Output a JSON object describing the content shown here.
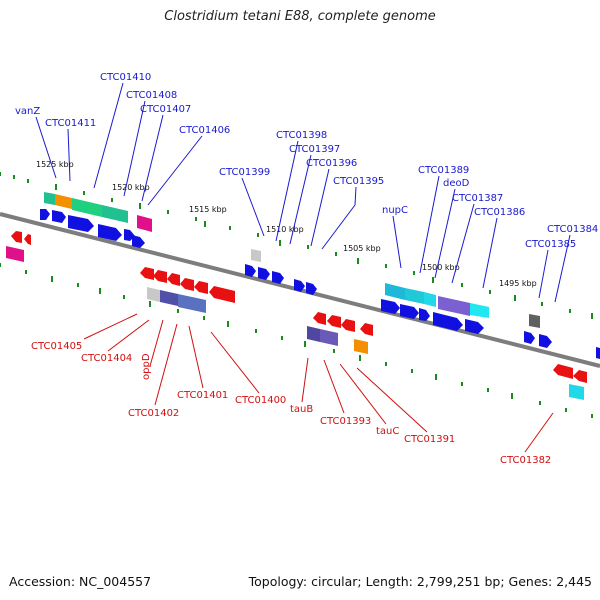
{
  "title": "Clostridium tetani E88, complete genome",
  "footer": {
    "accession": "Accession: NC_004557",
    "summary": "Topology: circular; Length: 2,799,251 bp; Genes: 2,445"
  },
  "scale_labels": [
    "1525 kbp",
    "1520 kbp",
    "1515 kbp",
    "1510 kbp",
    "1505 kbp",
    "1500 kbp",
    "1495 kbp"
  ],
  "top_labels": [
    "vanZ",
    "CTC01411",
    "CTC01410",
    "CTC01408",
    "CTC01407",
    "CTC01406",
    "CTC01399",
    "CTC01398",
    "CTC01397",
    "CTC01396",
    "CTC01395",
    "nupC",
    "CTC01389",
    "deoD",
    "CTC01387",
    "CTC01386",
    "CTC01385",
    "CTC01384"
  ],
  "bottom_labels": [
    "CTC01405",
    "CTC01404",
    "oppD",
    "CTC01402",
    "CTC01401",
    "CTC01400",
    "tauB",
    "CTC01393",
    "tauC",
    "CTC01391",
    "CTC01382"
  ],
  "colors": {
    "backbone": "#8a8a8a",
    "forward_arrow": "#1010e0",
    "reverse_arrow": "#e81010",
    "top_label": "#1a1ad0",
    "bottom_label": "#d01010",
    "scale_tick": "#1a8a1a"
  }
}
